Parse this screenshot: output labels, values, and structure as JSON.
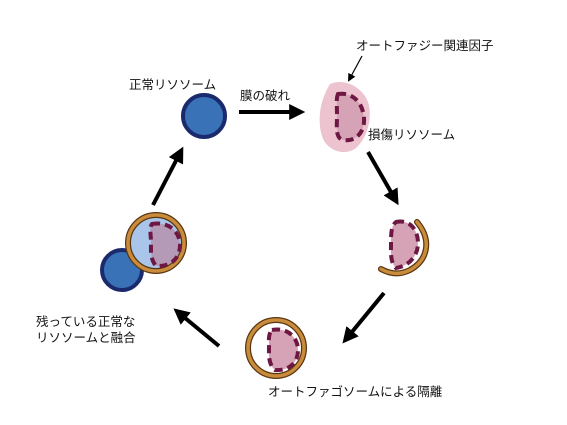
{
  "labels": {
    "normal_lysosome": "正常リソソーム",
    "membrane_rupture": "膜の破れ",
    "autophagy_factor": "オートファジー関連因子",
    "damaged_lysosome": "損傷リソソーム",
    "isolation": "オートファゴソームによる隔離",
    "fusion_line1": "残っている正常な",
    "fusion_line2": "リソソームと融合"
  },
  "colors": {
    "lysosome_fill": "#3a72b8",
    "lysosome_border": "#1a2a6c",
    "damaged_fill": "#d6a2b6",
    "damaged_stroke": "#6d1742",
    "halo": "#ecc3cf",
    "autophagosome": "#c98c3c",
    "arrow": "#000000"
  }
}
